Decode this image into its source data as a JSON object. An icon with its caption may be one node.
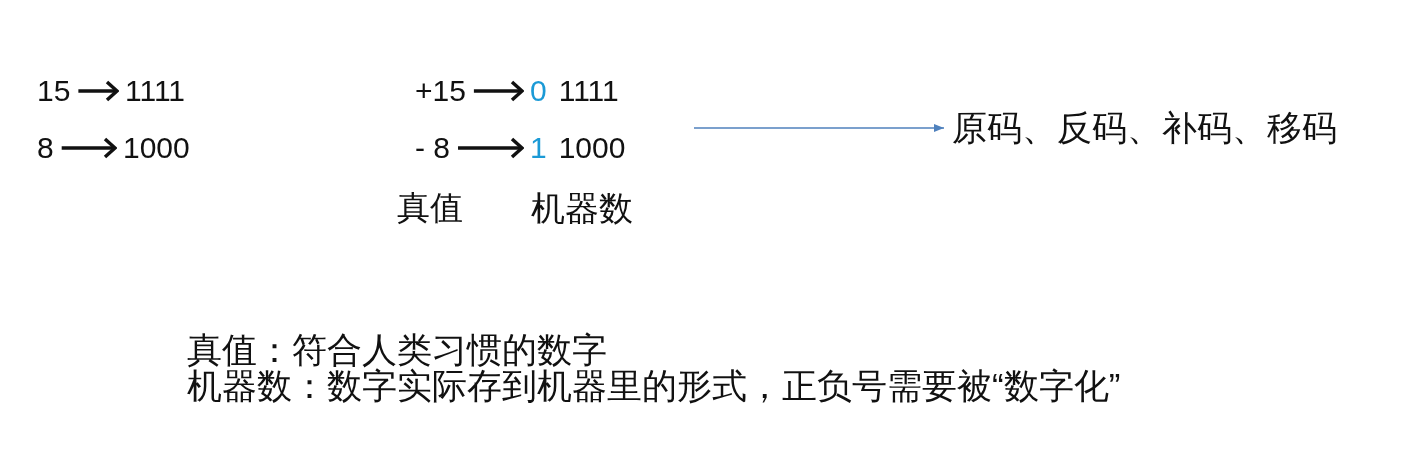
{
  "diagram": {
    "nodes": [
      {
        "text": [
          "15"
        ]
      },
      {
        "text": [
          "1111"
        ]
      },
      {
        "text": [
          "8"
        ]
      },
      {
        "text": [
          "1000"
        ]
      },
      {
        "text": [
          "+15"
        ]
      },
      {
        "text": [
          "0",
          "1111"
        ]
      },
      {
        "text": [
          "- 8"
        ]
      },
      {
        "text": [
          "1",
          "1000"
        ]
      },
      {
        "text": [
          "原码、反码、补码、移码"
        ]
      }
    ],
    "edges": [
      {
        "from": 0,
        "to": 1,
        "arrow": "to"
      },
      {
        "from": 2,
        "to": 3,
        "arrow": "to"
      },
      {
        "from": 4,
        "to": 5,
        "arrow": "to"
      },
      {
        "from": 6,
        "to": 7,
        "arrow": "to"
      },
      {
        "from": null,
        "to": 8,
        "arrow": "to",
        "color": "#4f81bd"
      }
    ],
    "labels": [
      "真值",
      "机器数",
      "真值：符合人类习惯的数字",
      "机器数：数字实际存到机器里的形式，正负号需要被“数字化”"
    ]
  }
}
